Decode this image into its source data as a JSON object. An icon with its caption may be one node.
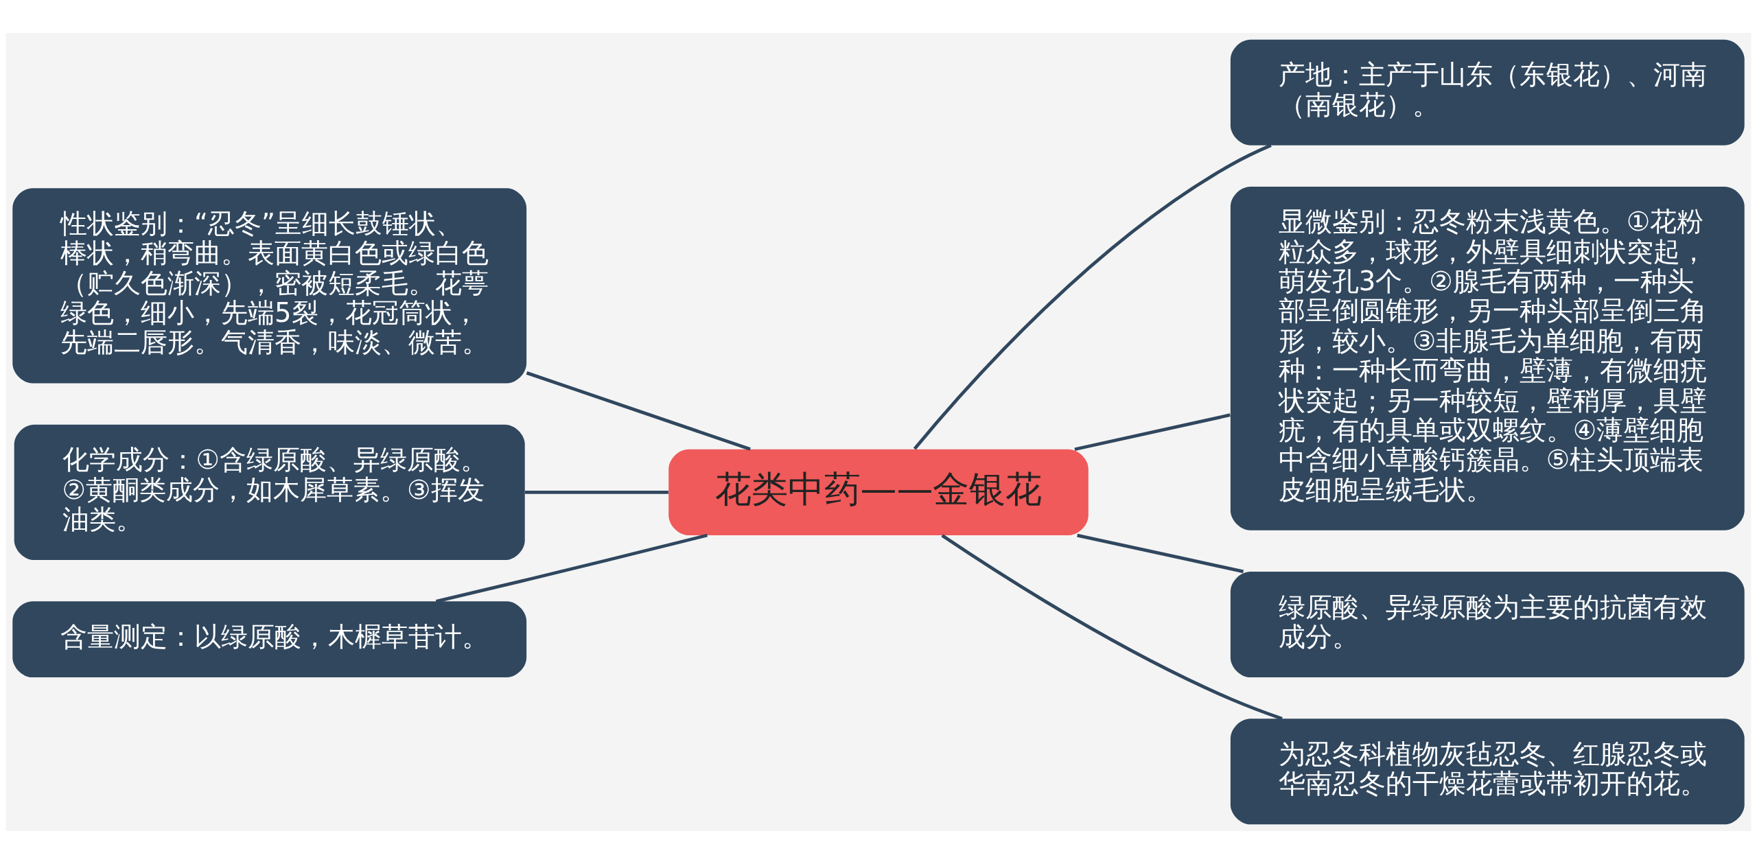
{
  "diagram": {
    "nodes": [
      {
        "text": [
          "花类中药——金银花"
        ]
      },
      {
        "text": [
          "性状鉴别：“忍冬”呈细长鼓锤状、棒状，稍弯曲。表面黄白色或绿白色（贮久色渐深），密被短柔毛。花萼绿色，细小，先端5裂，花冠筒状，先端二唇形。气清香，味淡、微苦。"
        ]
      },
      {
        "text": [
          "化学成分：①含绿原酸、异绿原酸。②黄酮类成分，如木犀草素。③挥发油类。"
        ]
      },
      {
        "text": [
          "含量测定：以绿原酸，木樨草苷计。"
        ]
      },
      {
        "text": [
          "产地：主产于山东（东银花）、河南（南银花）。"
        ]
      },
      {
        "text": [
          "显微鉴别：忍冬粉末浅黄色。①花粉粒众多，球形，外壁具细刺状突起，萌发孔3个。②腺毛有两种，一种头部呈倒圆锥形，另一种头部呈倒三角形，较小。③非腺毛为单细胞，有两种：一种长而弯曲，壁薄，有微细疣状突起；另一种较短，壁稍厚，具壁疣，有的具单或双螺纹。④薄壁细胞中含细小草酸钙簇晶。⑤柱头顶端表皮细胞呈绒毛状。"
        ]
      },
      {
        "text": [
          "绿原酸、异绿原酸为主要的抗菌有效成分。"
        ]
      },
      {
        "text": [
          "为忍冬科植物灰毡忍冬、红腺忍冬或华南忍冬的干燥花蕾或带初开的花。"
        ]
      }
    ],
    "edges": [
      {
        "from": 0,
        "to": 1,
        "arrow": "none"
      },
      {
        "from": 0,
        "to": 2,
        "arrow": "none"
      },
      {
        "from": 0,
        "to": 3,
        "arrow": "none"
      },
      {
        "from": 0,
        "to": 4,
        "arrow": "none"
      },
      {
        "from": 0,
        "to": 5,
        "arrow": "none"
      },
      {
        "from": 0,
        "to": 6,
        "arrow": "none"
      },
      {
        "from": 0,
        "to": 7,
        "arrow": "none"
      }
    ]
  }
}
